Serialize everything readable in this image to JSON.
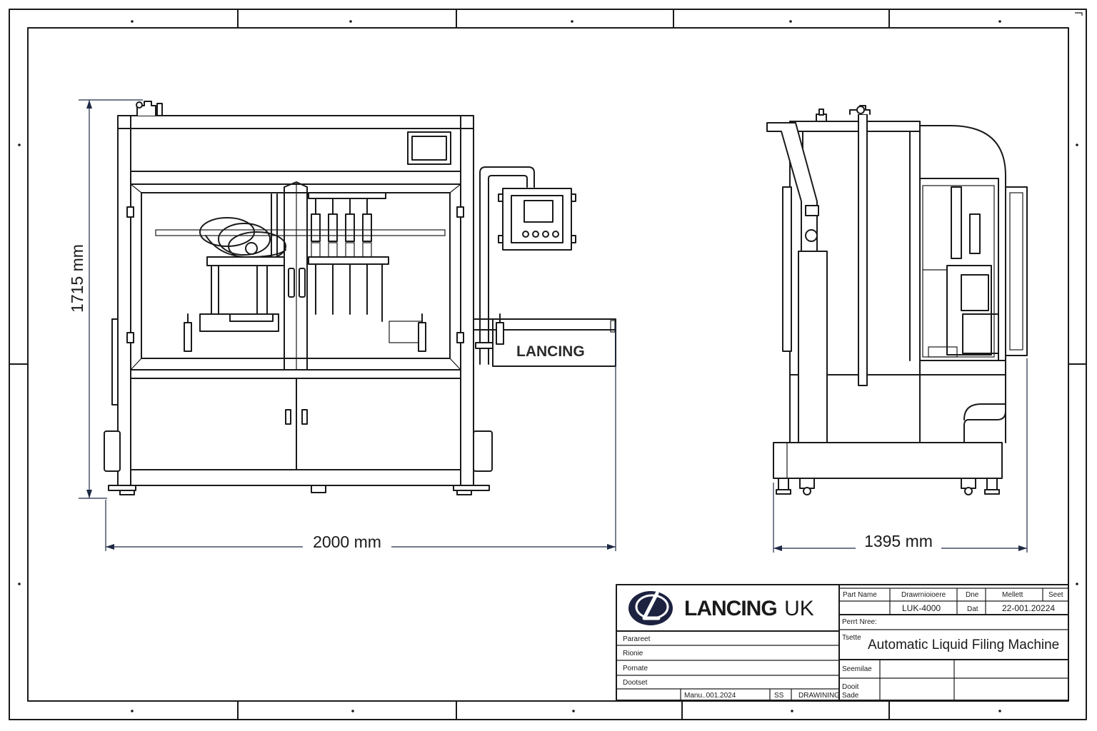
{
  "dimensions": {
    "height": "1715 mm",
    "width_front": "2000 mm",
    "depth_side": "1395 mm"
  },
  "machine_label": "LANCING",
  "title_block": {
    "logo_text": "LANCING",
    "logo_suffix": "UK",
    "headers": {
      "part_name": "Part Name",
      "drawing_no": "Drawrnioioere",
      "date": "Dne",
      "model": "Mellett",
      "sheet": "Seet"
    },
    "values": {
      "part_no": "LUK-4000",
      "dat_label": "Dat",
      "date": "22-001.20224"
    },
    "part_name_row_label": "Perrt Nree:",
    "title_label": "Tsette",
    "title": "Automatic Liquid Filing Machine",
    "left_rows": [
      "Parareet",
      "Rionie",
      "Pornate",
      "Dootset"
    ],
    "bottom": {
      "manu": "Manu..001.2024",
      "ss": "SS",
      "drawing": "DRAWINING"
    },
    "scale_label": "Seemilae",
    "bottom_right_label": "Dooit",
    "bottom_right_sub": "Sade"
  }
}
